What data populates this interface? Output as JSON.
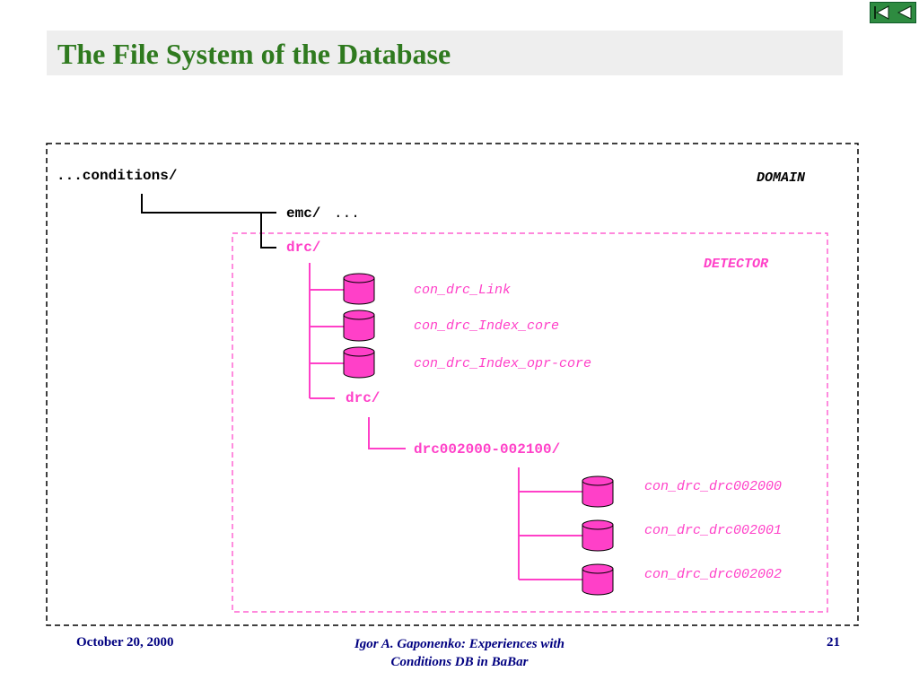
{
  "title": "The File System of the Database",
  "nav": {
    "first_icon": "go-to-first-icon",
    "prev_icon": "go-back-icon"
  },
  "colors": {
    "title_green": "#2f7a1f",
    "accent_pink": "#ff40c8",
    "footer_navy": "#000080",
    "title_bg": "#eeeeee"
  },
  "diagram": {
    "root": "...conditions/",
    "domain_label": "DOMAIN",
    "emc": "emc/",
    "emc_ellipsis": "...",
    "drc_top": "drc/",
    "detector_label": "DETECTOR",
    "databases_top": [
      "con_drc_Link",
      "con_drc_Index_core",
      "con_drc_Index_opr-core"
    ],
    "drc_sub": "drc/",
    "range_dir": "drc002000-002100/",
    "databases_range": [
      "con_drc_drc002000",
      "con_drc_drc002001",
      "con_drc_drc002002"
    ]
  },
  "footer": {
    "date": "October 20, 2000",
    "author_line1": "Igor A. Gaponenko: Experiences with",
    "author_line2": "Conditions DB in BaBar",
    "page": "21"
  }
}
